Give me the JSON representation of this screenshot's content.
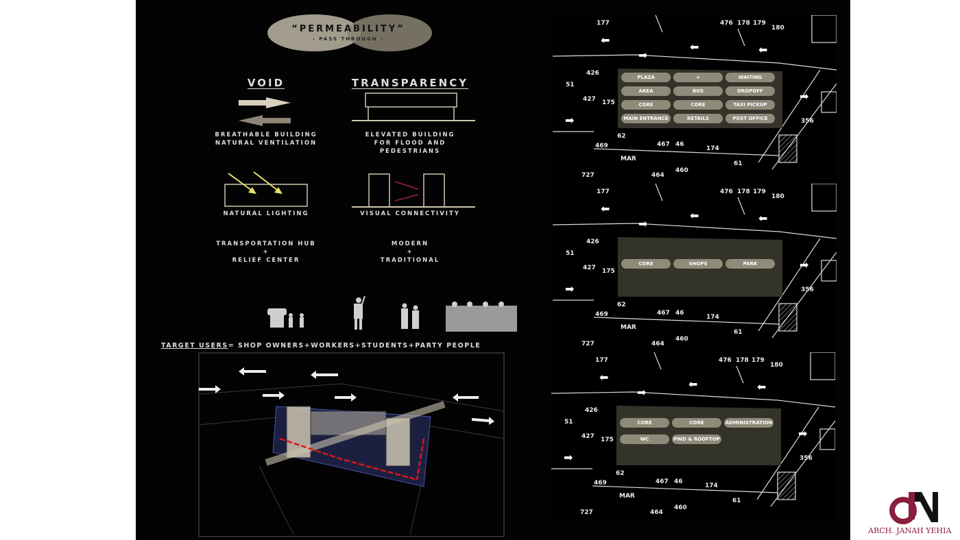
{
  "title": {
    "main": "“PERMEABILITY”",
    "sub": "- PASS THROUGH -"
  },
  "concepts": [
    {
      "heading": "VOID",
      "caption": [
        "BREATHABLE BUILDING",
        "NATURAL VENTILATION"
      ]
    },
    {
      "heading": "TRANSPARENCY",
      "caption": [
        "ELEVATED BUILDING",
        "FOR FLOOD AND",
        "PEDESTRIANS"
      ]
    },
    {
      "caption": [
        "NATURAL LIGHTING"
      ]
    },
    {
      "caption": [
        "VISUAL CONNECTIVITY"
      ]
    },
    {
      "caption": [
        "TRANSPORTATION HUB",
        "+",
        "RELIEF CENTER"
      ]
    },
    {
      "caption": [
        "MODERN",
        "+",
        "TRADITIONAL"
      ]
    }
  ],
  "target_users": {
    "label": "TARGET USERS",
    "text": "= SHOP OWNERS+WORKERS+STUDENTS+PARTY PEOPLE"
  },
  "map_lot_numbers": [
    "177",
    "476",
    "178",
    "179",
    "180",
    "426",
    "51",
    "427",
    "175",
    "356",
    "62",
    "MAR",
    "469",
    "467",
    "46",
    "174",
    "61",
    "727",
    "460",
    "464"
  ],
  "maps": [
    {
      "zones": [
        "PLAZA",
        "+",
        "WAITING",
        "AREA",
        "BUS",
        "DROPOFF",
        "CORE",
        "CORE",
        "TAXI PICKUP",
        "MAIN ENTRANCE",
        "RETAILS",
        "POST OFFICE"
      ]
    },
    {
      "zones": [
        "CORE",
        "SHOPS",
        "PARK"
      ]
    },
    {
      "zones": [
        "CORE",
        "CORE",
        "ADMINISTRATION",
        "WC",
        "PWD & ROOFTOP"
      ]
    }
  ],
  "logo": {
    "text": "ARCH. JANAH YEHIA",
    "colors": {
      "maroon": "#8a1e3c",
      "black": "#111111"
    }
  },
  "colors": {
    "background": "#030303",
    "ellipse": "#c9c2ad",
    "accent_arrow": "#e8e070",
    "connect_arrow": "#7a1a3a",
    "plan_red": "#d81818"
  }
}
